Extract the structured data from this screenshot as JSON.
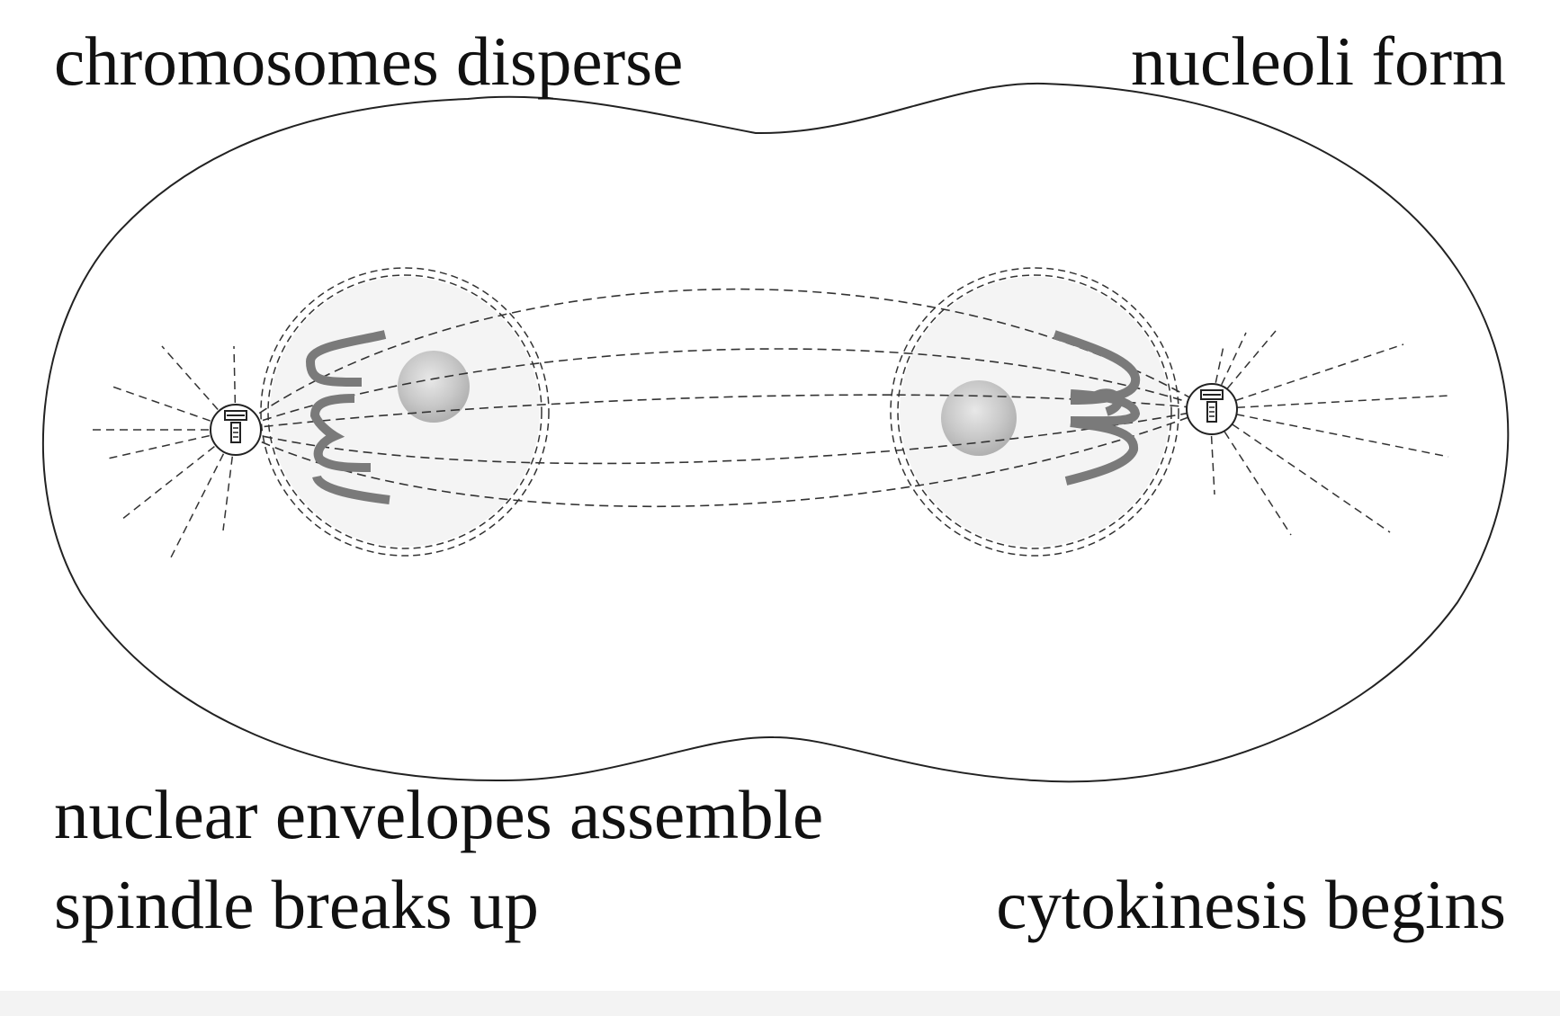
{
  "labels": {
    "top_left": "chromosomes disperse",
    "top_right": "nucleoli form",
    "bottom_left_1": "nuclear envelopes assemble",
    "bottom_left_2": "spindle breaks up",
    "bottom_right": "cytokinesis begins"
  },
  "colors": {
    "outline": "#222222",
    "dashed": "#333333",
    "chromosome": "#7a7a7a",
    "nucleus_fill": "#f4f4f4",
    "nucleolus": "#c8c8c8",
    "background": "#ffffff"
  }
}
